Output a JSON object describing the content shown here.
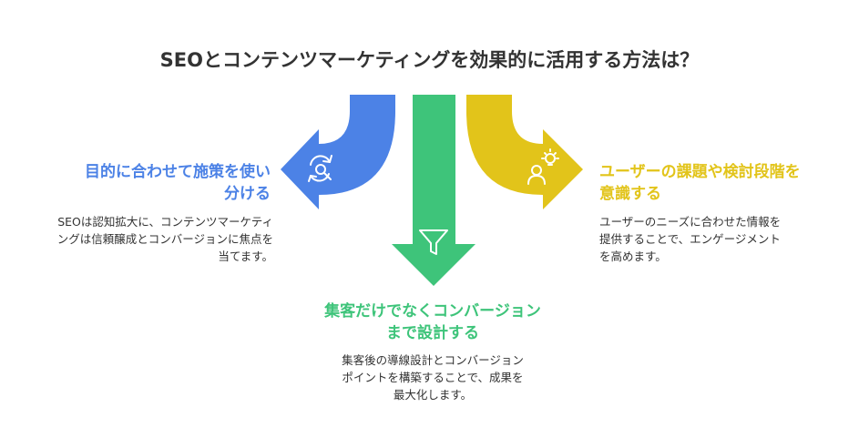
{
  "title": "SEOとコンテンツマーケティングを効果的に活用する方法は？",
  "colors": {
    "blue": "#4C82E6",
    "green": "#3EC47A",
    "yellow": "#E2C41A",
    "text": "#333333",
    "icon_stroke": "#ffffff"
  },
  "branches": {
    "left": {
      "heading": [
        "目的に合わせて施策を使い",
        "分ける"
      ],
      "body": [
        "SEOは認知拡大に、コンテンツマーケティ",
        "ングは信頼醸成とコンバージョンに焦点を",
        "当てます。"
      ],
      "icon": "refresh-search-icon"
    },
    "center": {
      "heading": [
        "集客だけでなくコンバージョン",
        "まで設計する"
      ],
      "body": [
        "集客後の導線設計とコンバージョン",
        "ポイントを構築することで、成果を",
        "最大化します。"
      ],
      "icon": "funnel-icon"
    },
    "right": {
      "heading": [
        "ユーザーの課題や検討段階を",
        "意識する"
      ],
      "body": [
        "ユーザーのニーズに合わせた情報を",
        "提供することで、エンゲージメント",
        "を高めます。"
      ],
      "icon": "idea-person-icon"
    }
  }
}
